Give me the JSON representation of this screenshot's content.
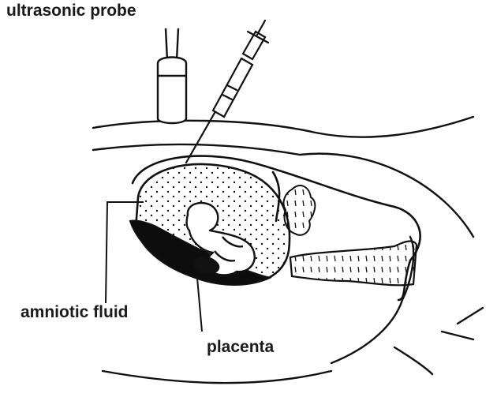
{
  "labels": {
    "probe": "ultrasonic probe",
    "fluid": "amniotic fluid",
    "placenta": "placenta"
  },
  "colors": {
    "ink": "#111111",
    "background": "#ffffff"
  }
}
